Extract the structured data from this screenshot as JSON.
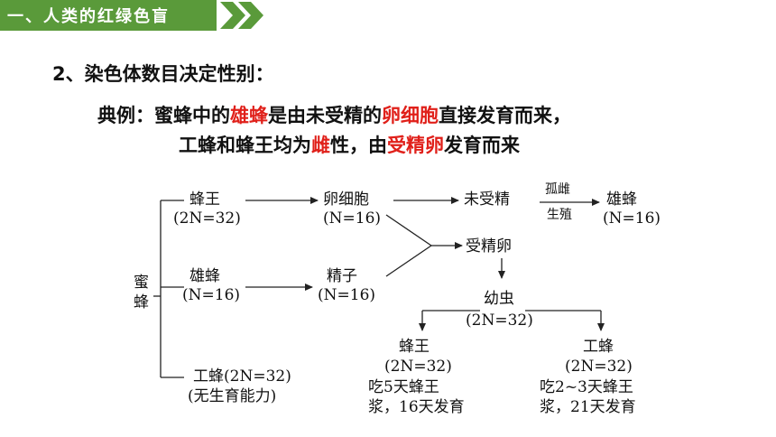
{
  "header": {
    "title": "一、人类的红绿色盲",
    "bar_color": "#5a9a3a"
  },
  "text": {
    "line1": "2、染色体数目决定性别：",
    "line2": {
      "p1": "典例：蜜蜂中的",
      "r1": "雄蜂",
      "p2": "是由未受精的",
      "r2": "卵细胞",
      "p3": "直接发育而来，"
    },
    "line3": {
      "p1": "工蜂和蜂王均为",
      "r1": "雌",
      "p2": "性，由",
      "r2": "受精卵",
      "p3": "发育而来"
    },
    "highlight_color": "#e0201a"
  },
  "diagram": {
    "root": "蜜蜂",
    "queen": {
      "name": "蜂王",
      "formula": "(2N=32)"
    },
    "egg": {
      "name": "卵细胞",
      "formula": "(N=16)"
    },
    "unfertilized": "未受精",
    "parthenogenesis": {
      "top": "孤雌",
      "bottom": "生殖"
    },
    "male_result": {
      "name": "雄蜂",
      "formula": "(N=16)"
    },
    "male": {
      "name": "雄蜂",
      "formula": "(N=16)"
    },
    "sperm": {
      "name": "精子",
      "formula": "(N=16)"
    },
    "fertilized": "受精卵",
    "larva": {
      "name": "幼虫",
      "formula": "(2N=32)"
    },
    "queen_result": {
      "name": "蜂王",
      "formula": "(2N=32)",
      "note1": "吃5天蜂王",
      "note2": "浆，16天发育"
    },
    "worker_result": {
      "name": "工蜂",
      "formula": "(2N=32)",
      "note1": "吃2~3天蜂王",
      "note2": "浆，21天发育"
    },
    "worker": {
      "name": "工蜂(2N=32)",
      "note": "(无生育能力)"
    }
  }
}
